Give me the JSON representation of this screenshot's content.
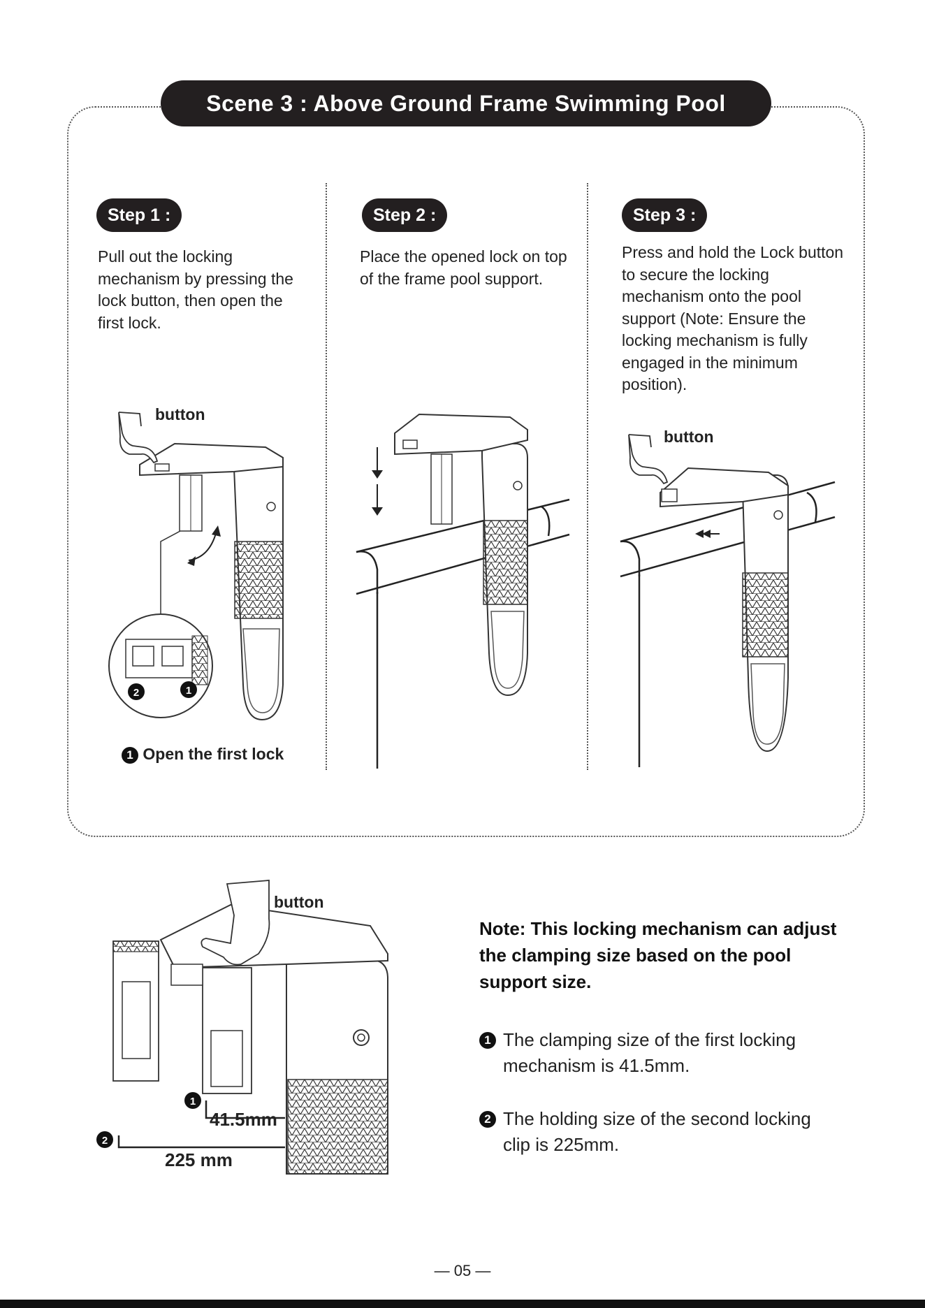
{
  "scene": {
    "title": "Scene 3 : Above Ground Frame Swimming Pool"
  },
  "steps": [
    {
      "label": "Step 1 :",
      "text": "Pull out the locking mechanism by pressing the lock button, then open the first lock."
    },
    {
      "label": "Step 2 :",
      "text": "Place the opened lock on top of the frame pool support."
    },
    {
      "label": "Step 3 :",
      "text": "Press and hold the Lock button to secure the locking mechanism onto the pool support (Note: Ensure the locking mechanism is fully engaged in the minimum position)."
    }
  ],
  "illustrations": {
    "button_label": "button",
    "step1_callout": "Open the first lock",
    "dim1": "41.5mm",
    "dim2": "225 mm",
    "marker1": "1",
    "marker2": "2"
  },
  "note": {
    "title": "Note: This locking mechanism can adjust the clamping size based on the pool support size.",
    "items": [
      {
        "marker": "1",
        "text": "The clamping size of the first locking mechanism is 41.5mm."
      },
      {
        "marker": "2",
        "text": "The holding size of the second locking clip is 225mm."
      }
    ]
  },
  "footer": {
    "page": "— 05 —"
  }
}
